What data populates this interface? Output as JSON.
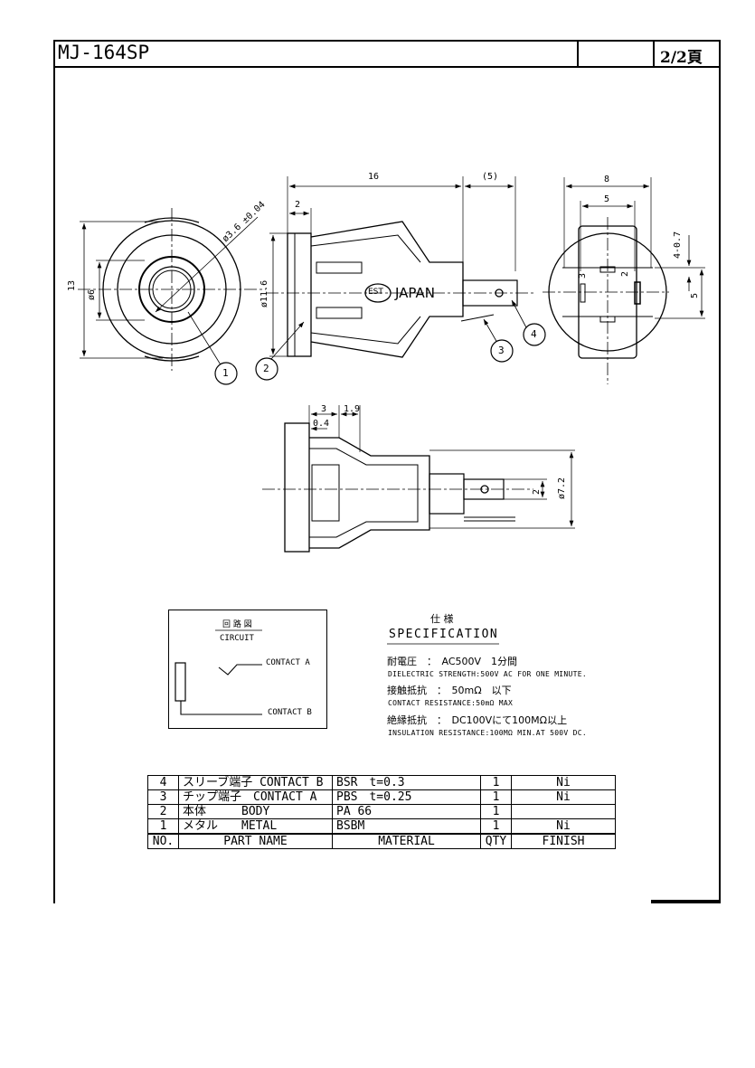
{
  "document": {
    "title": "MJ-164SP",
    "page": "2/2頁"
  },
  "drawing": {
    "dimensions": {
      "overall_length": "16",
      "pin_length": "(5)",
      "flange": "2",
      "width_outer": "8",
      "width_inner": "5",
      "height_outer": "13",
      "bore_diameter": "ø6",
      "hole_diameter": "ø3.6 ±0.04",
      "body_diameter": "ø11.6",
      "terminal_width": "4-0.7",
      "terminal_span": "5",
      "side_depth": "3",
      "side_gap": "1.9",
      "side_thickness": "0.4",
      "pin_offset": "2",
      "side_diameter": "ø7.2"
    },
    "side_text": "JAPAN",
    "logo_text": "EST",
    "balloons": [
      "1",
      "2",
      "3",
      "4"
    ],
    "terminal_labels": [
      "3",
      "2"
    ]
  },
  "circuit": {
    "title_jp": "回 路 図",
    "title_en": "CIRCUIT",
    "contact_a": "CONTACT A",
    "contact_b": "CONTACT B"
  },
  "specification": {
    "title_jp": "仕 様",
    "title_en": "SPECIFICATION",
    "lines": [
      {
        "main": "耐電圧　：　AC500V　1分間",
        "sub": "DIELECTRIC STRENGTH:500V AC FOR ONE MINUTE."
      },
      {
        "main": "接触抵抗　：　50mΩ　以下",
        "sub": "CONTACT RESISTANCE:50mΩ MAX"
      },
      {
        "main": "絶縁抵抗　：　DC100Vにて100MΩ以上",
        "sub": "INSULATION RESISTANCE:100MΩ MIN.AT 500V DC."
      }
    ]
  },
  "bom": {
    "rows": [
      {
        "no": "4",
        "name_jp": "スリーブ端子",
        "name_en": "CONTACT B",
        "material": "BSR　t=0.3",
        "qty": "1",
        "finish": "Ni"
      },
      {
        "no": "3",
        "name_jp": "チップ端子",
        "name_en": "CONTACT A",
        "material": "PBS　t=0.25",
        "qty": "1",
        "finish": "Ni"
      },
      {
        "no": "2",
        "name_jp": "本体",
        "name_en": "BODY",
        "material": "PA 66",
        "qty": "1",
        "finish": ""
      },
      {
        "no": "1",
        "name_jp": "メタル",
        "name_en": "METAL",
        "material": "BSBM",
        "qty": "1",
        "finish": "Ni"
      }
    ],
    "header": {
      "no": "NO.",
      "name": "PART NAME",
      "material": "MATERIAL",
      "qty": "QTY",
      "finish": "FINISH"
    }
  }
}
